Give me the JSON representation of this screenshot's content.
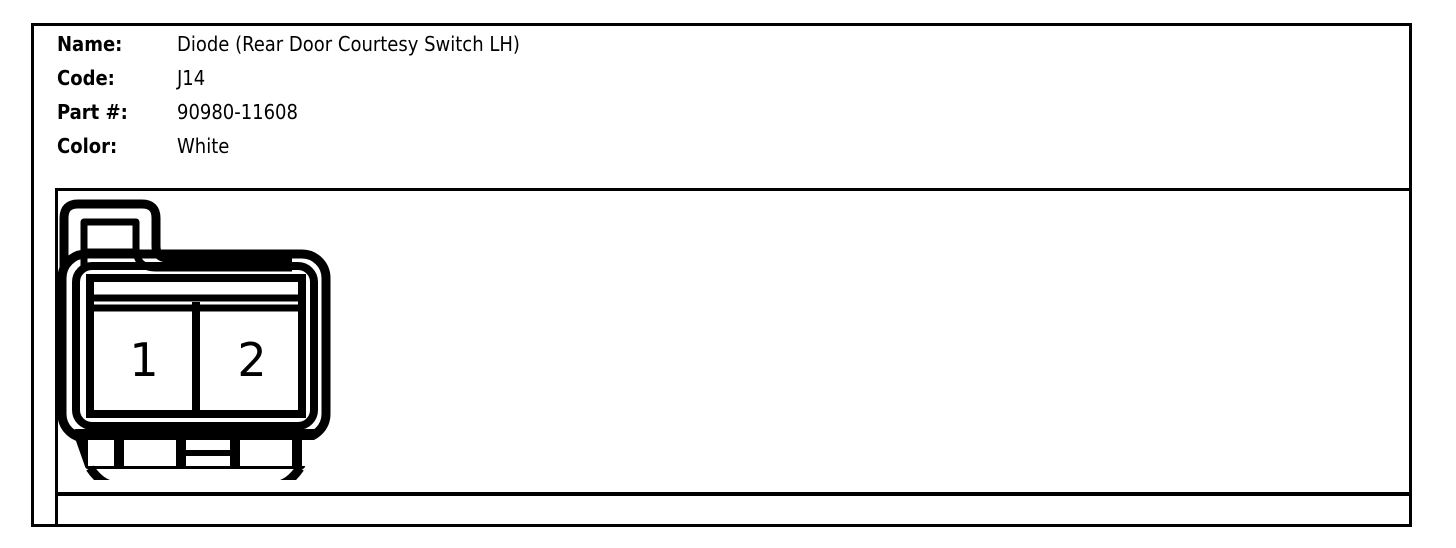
{
  "spec": {
    "rows": [
      {
        "label": "Name:",
        "value": "Diode (Rear Door Courtesy Switch LH)"
      },
      {
        "label": "Code:",
        "value": "J14"
      },
      {
        "label": "Part #:",
        "value": "90980-11608"
      },
      {
        "label": "Color:",
        "value": "White"
      }
    ]
  },
  "diagram": {
    "type": "connector-face-view",
    "terminal_count": 2,
    "pins": [
      {
        "number": "1"
      },
      {
        "number": "2"
      }
    ],
    "line_color": "#000000",
    "fill_color": "#ffffff"
  }
}
